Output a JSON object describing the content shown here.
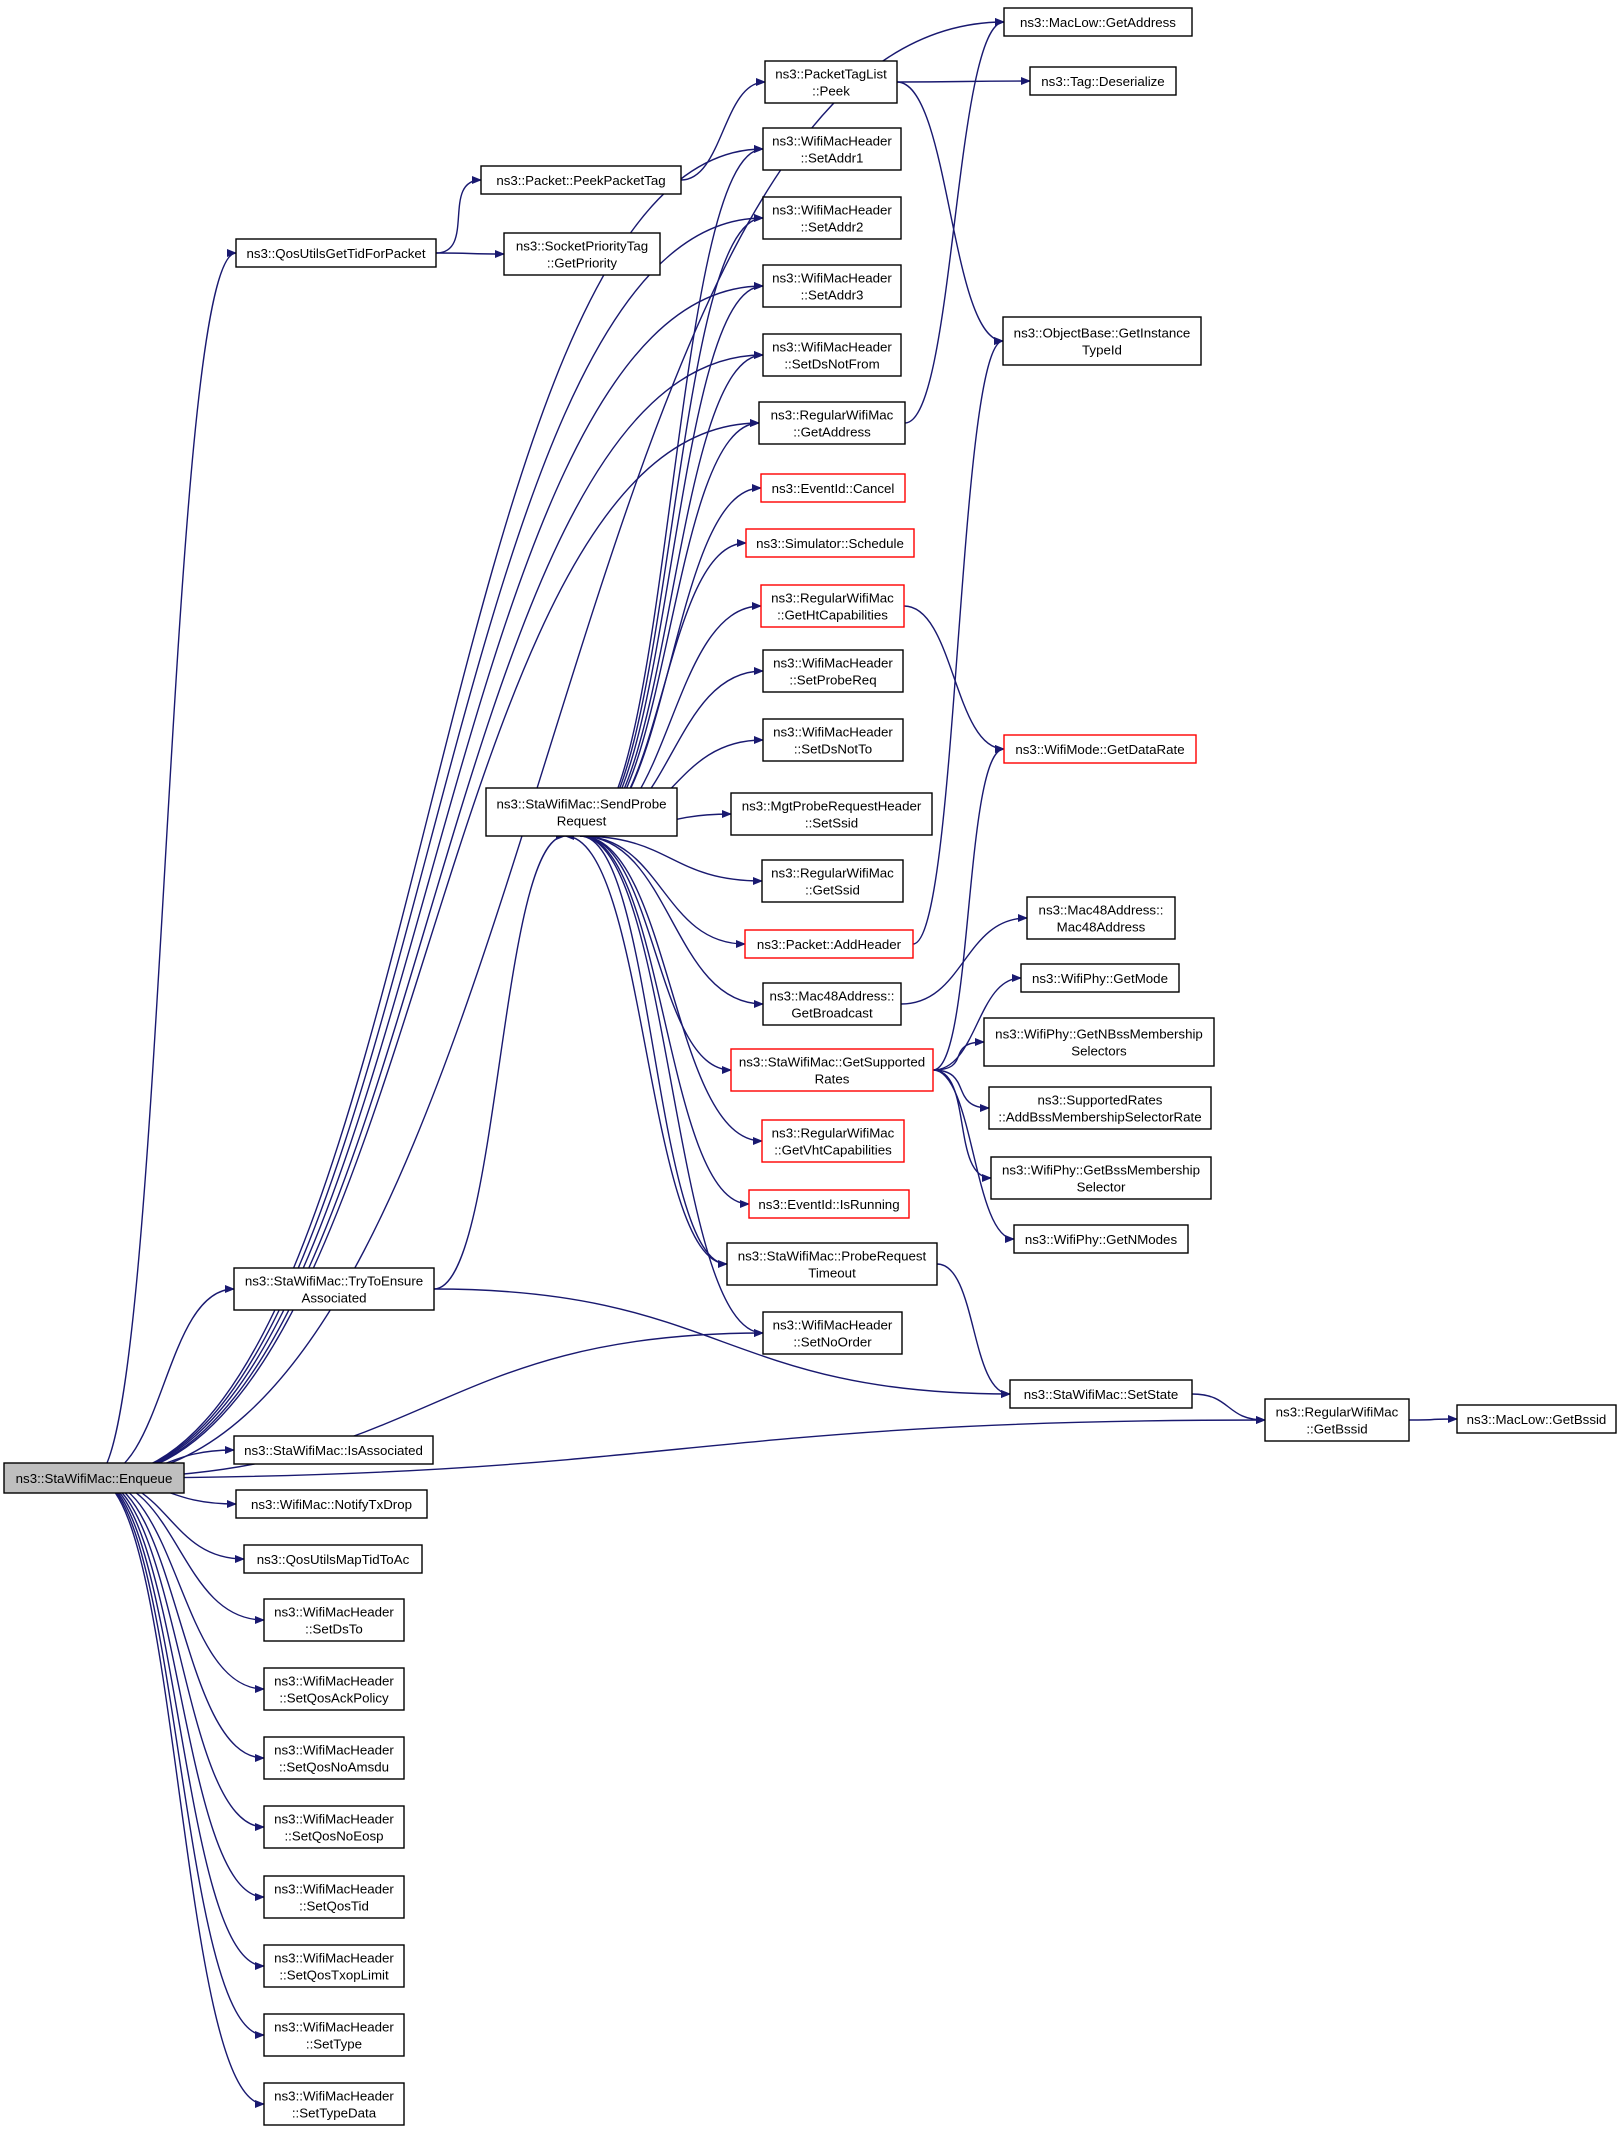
{
  "nodes": [
    {
      "id": "enqueue",
      "lines": [
        "ns3::StaWifiMac::Enqueue"
      ],
      "style": "selected"
    },
    {
      "id": "maclow_getaddress",
      "lines": [
        "ns3::MacLow::GetAddress"
      ],
      "style": "normal"
    },
    {
      "id": "packettaglist_peek",
      "lines": [
        "ns3::PacketTagList",
        "::Peek"
      ],
      "style": "normal"
    },
    {
      "id": "tag_deserialize",
      "lines": [
        "ns3::Tag::Deserialize"
      ],
      "style": "normal"
    },
    {
      "id": "packet_peekpackettag",
      "lines": [
        "ns3::Packet::PeekPacketTag"
      ],
      "style": "normal"
    },
    {
      "id": "qosutils_gettidforpacket",
      "lines": [
        "ns3::QosUtilsGetTidForPacket"
      ],
      "style": "normal"
    },
    {
      "id": "socketprioritytag_getpriority",
      "lines": [
        "ns3::SocketPriorityTag",
        "::GetPriority"
      ],
      "style": "normal"
    },
    {
      "id": "setaddr1",
      "lines": [
        "ns3::WifiMacHeader",
        "::SetAddr1"
      ],
      "style": "normal"
    },
    {
      "id": "setaddr2",
      "lines": [
        "ns3::WifiMacHeader",
        "::SetAddr2"
      ],
      "style": "normal"
    },
    {
      "id": "setaddr3",
      "lines": [
        "ns3::WifiMacHeader",
        "::SetAddr3"
      ],
      "style": "normal"
    },
    {
      "id": "setdsnotfrom",
      "lines": [
        "ns3::WifiMacHeader",
        "::SetDsNotFrom"
      ],
      "style": "normal"
    },
    {
      "id": "objectbase_getinstancetypeid",
      "lines": [
        "ns3::ObjectBase::GetInstance",
        "TypeId"
      ],
      "style": "normal"
    },
    {
      "id": "regularwifimac_getaddress",
      "lines": [
        "ns3::RegularWifiMac",
        "::GetAddress"
      ],
      "style": "normal"
    },
    {
      "id": "eventid_cancel",
      "lines": [
        "ns3::EventId::Cancel"
      ],
      "style": "red"
    },
    {
      "id": "simulator_schedule",
      "lines": [
        "ns3::Simulator::Schedule"
      ],
      "style": "red"
    },
    {
      "id": "regularwifimac_gethtcapabilities",
      "lines": [
        "ns3::RegularWifiMac",
        "::GetHtCapabilities"
      ],
      "style": "red"
    },
    {
      "id": "setprobereq",
      "lines": [
        "ns3::WifiMacHeader",
        "::SetProbeReq"
      ],
      "style": "normal"
    },
    {
      "id": "wifimode_getdatarate",
      "lines": [
        "ns3::WifiMode::GetDataRate"
      ],
      "style": "red"
    },
    {
      "id": "setdsnotto",
      "lines": [
        "ns3::WifiMacHeader",
        "::SetDsNotTo"
      ],
      "style": "normal"
    },
    {
      "id": "sendproberequest",
      "lines": [
        "ns3::StaWifiMac::SendProbe",
        "Request"
      ],
      "style": "normal"
    },
    {
      "id": "mgtproberequestheader_setssid",
      "lines": [
        "ns3::MgtProbeRequestHeader",
        "::SetSsid"
      ],
      "style": "normal"
    },
    {
      "id": "regularwifimac_getssid",
      "lines": [
        "ns3::RegularWifiMac",
        "::GetSsid"
      ],
      "style": "normal"
    },
    {
      "id": "mac48address_mac48address",
      "lines": [
        "ns3::Mac48Address::",
        "Mac48Address"
      ],
      "style": "normal"
    },
    {
      "id": "packet_addheader",
      "lines": [
        "ns3::Packet::AddHeader"
      ],
      "style": "red"
    },
    {
      "id": "wifiphy_getmode",
      "lines": [
        "ns3::WifiPhy::GetMode"
      ],
      "style": "normal"
    },
    {
      "id": "mac48address_getbroadcast",
      "lines": [
        "ns3::Mac48Address::",
        "GetBroadcast"
      ],
      "style": "normal"
    },
    {
      "id": "wifiphy_getnbssmembershipselectors",
      "lines": [
        "ns3::WifiPhy::GetNBssMembership",
        "Selectors"
      ],
      "style": "normal"
    },
    {
      "id": "stawifimac_getsupportedrates",
      "lines": [
        "ns3::StaWifiMac::GetSupported",
        "Rates"
      ],
      "style": "red"
    },
    {
      "id": "supportedrates_addbssmembershipselectorrate",
      "lines": [
        "ns3::SupportedRates",
        "::AddBssMembershipSelectorRate"
      ],
      "style": "normal"
    },
    {
      "id": "regularwifimac_getvhtcapabilities",
      "lines": [
        "ns3::RegularWifiMac",
        "::GetVhtCapabilities"
      ],
      "style": "red"
    },
    {
      "id": "wifiphy_getbssmembershipselector",
      "lines": [
        "ns3::WifiPhy::GetBssMembership",
        "Selector"
      ],
      "style": "normal"
    },
    {
      "id": "eventid_isrunning",
      "lines": [
        "ns3::EventId::IsRunning"
      ],
      "style": "red"
    },
    {
      "id": "wifiphy_getnmodes",
      "lines": [
        "ns3::WifiPhy::GetNModes"
      ],
      "style": "normal"
    },
    {
      "id": "stawifimac_proberequesttimeout",
      "lines": [
        "ns3::StaWifiMac::ProbeRequest",
        "Timeout"
      ],
      "style": "normal"
    },
    {
      "id": "stawifimac_trytoensureassociated",
      "lines": [
        "ns3::StaWifiMac::TryToEnsure",
        "Associated"
      ],
      "style": "normal"
    },
    {
      "id": "setnoorder",
      "lines": [
        "ns3::WifiMacHeader",
        "::SetNoOrder"
      ],
      "style": "normal"
    },
    {
      "id": "stawifimac_setstate",
      "lines": [
        "ns3::StaWifiMac::SetState"
      ],
      "style": "normal"
    },
    {
      "id": "regularwifimac_getbssid",
      "lines": [
        "ns3::RegularWifiMac",
        "::GetBssid"
      ],
      "style": "normal"
    },
    {
      "id": "maclow_getbssid",
      "lines": [
        "ns3::MacLow::GetBssid"
      ],
      "style": "normal"
    },
    {
      "id": "stawifimac_isassociated",
      "lines": [
        "ns3::StaWifiMac::IsAssociated"
      ],
      "style": "normal"
    },
    {
      "id": "wifimac_notifytxdrop",
      "lines": [
        "ns3::WifiMac::NotifyTxDrop"
      ],
      "style": "normal"
    },
    {
      "id": "qosutilsmaptidtoac",
      "lines": [
        "ns3::QosUtilsMapTidToAc"
      ],
      "style": "normal"
    },
    {
      "id": "setdsto",
      "lines": [
        "ns3::WifiMacHeader",
        "::SetDsTo"
      ],
      "style": "normal"
    },
    {
      "id": "setqosackpolicy",
      "lines": [
        "ns3::WifiMacHeader",
        "::SetQosAckPolicy"
      ],
      "style": "normal"
    },
    {
      "id": "setqosnoamsdu",
      "lines": [
        "ns3::WifiMacHeader",
        "::SetQosNoAmsdu"
      ],
      "style": "normal"
    },
    {
      "id": "setqosnoeosp",
      "lines": [
        "ns3::WifiMacHeader",
        "::SetQosNoEosp"
      ],
      "style": "normal"
    },
    {
      "id": "setqostid",
      "lines": [
        "ns3::WifiMacHeader",
        "::SetQosTid"
      ],
      "style": "normal"
    },
    {
      "id": "setqostxoplimit",
      "lines": [
        "ns3::WifiMacHeader",
        "::SetQosTxopLimit"
      ],
      "style": "normal"
    },
    {
      "id": "settype",
      "lines": [
        "ns3::WifiMacHeader",
        "::SetType"
      ],
      "style": "normal"
    },
    {
      "id": "settypedata",
      "lines": [
        "ns3::WifiMacHeader",
        "::SetTypeData"
      ],
      "style": "normal"
    }
  ],
  "edges": [
    [
      "enqueue",
      "maclow_getaddress"
    ],
    [
      "enqueue",
      "qosutils_gettidforpacket"
    ],
    [
      "enqueue",
      "setaddr1"
    ],
    [
      "enqueue",
      "setaddr2"
    ],
    [
      "enqueue",
      "setaddr3"
    ],
    [
      "enqueue",
      "setdsnotfrom"
    ],
    [
      "enqueue",
      "regularwifimac_getaddress"
    ],
    [
      "enqueue",
      "stawifimac_trytoensureassociated"
    ],
    [
      "enqueue",
      "setnoorder"
    ],
    [
      "enqueue",
      "regularwifimac_getbssid"
    ],
    [
      "enqueue",
      "stawifimac_isassociated"
    ],
    [
      "enqueue",
      "wifimac_notifytxdrop"
    ],
    [
      "enqueue",
      "qosutilsmaptidtoac"
    ],
    [
      "enqueue",
      "setdsto"
    ],
    [
      "enqueue",
      "setqosackpolicy"
    ],
    [
      "enqueue",
      "setqosnoamsdu"
    ],
    [
      "enqueue",
      "setqosnoeosp"
    ],
    [
      "enqueue",
      "setqostid"
    ],
    [
      "enqueue",
      "setqostxoplimit"
    ],
    [
      "enqueue",
      "settype"
    ],
    [
      "enqueue",
      "settypedata"
    ],
    [
      "qosutils_gettidforpacket",
      "packet_peekpackettag"
    ],
    [
      "qosutils_gettidforpacket",
      "socketprioritytag_getpriority"
    ],
    [
      "packet_peekpackettag",
      "packettaglist_peek"
    ],
    [
      "packettaglist_peek",
      "tag_deserialize"
    ],
    [
      "packettaglist_peek",
      "objectbase_getinstancetypeid"
    ],
    [
      "regularwifimac_getaddress",
      "maclow_getaddress"
    ],
    [
      "stawifimac_trytoensureassociated",
      "sendproberequest"
    ],
    [
      "stawifimac_trytoensureassociated",
      "stawifimac_setstate"
    ],
    [
      "sendproberequest",
      "setaddr1"
    ],
    [
      "sendproberequest",
      "setaddr2"
    ],
    [
      "sendproberequest",
      "setaddr3"
    ],
    [
      "sendproberequest",
      "setdsnotfrom"
    ],
    [
      "sendproberequest",
      "regularwifimac_getaddress"
    ],
    [
      "sendproberequest",
      "eventid_cancel"
    ],
    [
      "sendproberequest",
      "simulator_schedule"
    ],
    [
      "sendproberequest",
      "regularwifimac_gethtcapabilities"
    ],
    [
      "sendproberequest",
      "setprobereq"
    ],
    [
      "sendproberequest",
      "setdsnotto"
    ],
    [
      "sendproberequest",
      "mgtproberequestheader_setssid"
    ],
    [
      "sendproberequest",
      "regularwifimac_getssid"
    ],
    [
      "sendproberequest",
      "packet_addheader"
    ],
    [
      "sendproberequest",
      "mac48address_getbroadcast"
    ],
    [
      "sendproberequest",
      "stawifimac_getsupportedrates"
    ],
    [
      "sendproberequest",
      "regularwifimac_getvhtcapabilities"
    ],
    [
      "sendproberequest",
      "eventid_isrunning"
    ],
    [
      "sendproberequest",
      "stawifimac_proberequesttimeout"
    ],
    [
      "sendproberequest",
      "setnoorder"
    ],
    [
      "regularwifimac_gethtcapabilities",
      "wifimode_getdatarate"
    ],
    [
      "packet_addheader",
      "objectbase_getinstancetypeid"
    ],
    [
      "mac48address_getbroadcast",
      "mac48address_mac48address"
    ],
    [
      "stawifimac_getsupportedrates",
      "wifimode_getdatarate"
    ],
    [
      "stawifimac_getsupportedrates",
      "wifiphy_getmode"
    ],
    [
      "stawifimac_getsupportedrates",
      "wifiphy_getnbssmembershipselectors"
    ],
    [
      "stawifimac_getsupportedrates",
      "supportedrates_addbssmembershipselectorrate"
    ],
    [
      "stawifimac_getsupportedrates",
      "wifiphy_getbssmembershipselector"
    ],
    [
      "stawifimac_getsupportedrates",
      "wifiphy_getnmodes"
    ],
    [
      "stawifimac_proberequesttimeout",
      "sendproberequest"
    ],
    [
      "stawifimac_proberequesttimeout",
      "stawifimac_setstate"
    ],
    [
      "stawifimac_setstate",
      "regularwifimac_getbssid"
    ],
    [
      "regularwifimac_getbssid",
      "maclow_getbssid"
    ]
  ]
}
